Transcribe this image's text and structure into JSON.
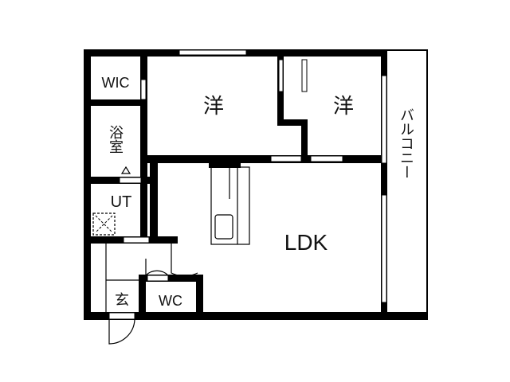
{
  "floor_plan": {
    "rooms": {
      "wic": "WIC",
      "western_room_1": "洋",
      "western_room_2": "洋",
      "bathroom": "浴室",
      "utility": "UT",
      "ldk": "LDK",
      "entrance": "玄",
      "toilet": "WC",
      "balcony": "バルコニー"
    },
    "colors": {
      "wall": "#000000",
      "background": "#ffffff"
    }
  }
}
